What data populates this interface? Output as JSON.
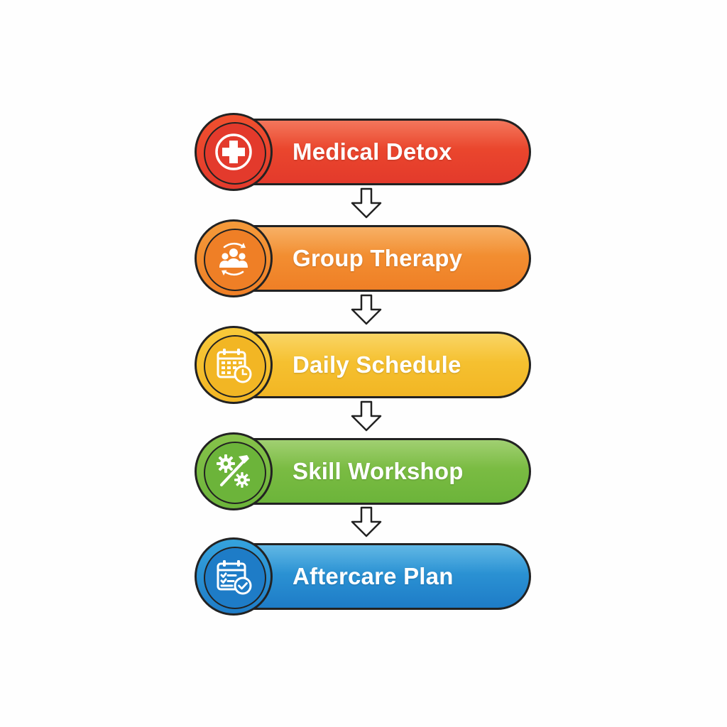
{
  "steps": [
    {
      "label": "Medical Detox",
      "icon": "medical-cross-icon",
      "color": "#e33a2c",
      "color_light": "#f0502e"
    },
    {
      "label": "Group Therapy",
      "icon": "group-cycle-icon",
      "color": "#ef7f26",
      "color_light": "#f59a3a"
    },
    {
      "label": "Daily Schedule",
      "icon": "calendar-clock-icon",
      "color": "#f2b624",
      "color_light": "#f8c93a"
    },
    {
      "label": "Skill Workshop",
      "icon": "gears-tools-icon",
      "color": "#6cb43a",
      "color_light": "#86c24a"
    },
    {
      "label": "Aftercare Plan",
      "icon": "calendar-check-icon",
      "color": "#1e7cc7",
      "color_light": "#35a3dd"
    }
  ],
  "colors": {
    "outline": "#222222",
    "background": "#fefefe"
  }
}
